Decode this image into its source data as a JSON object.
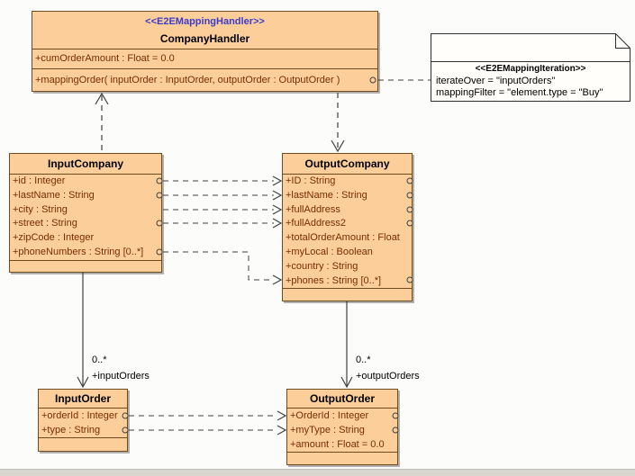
{
  "diagram": {
    "background": "#fcfdfb",
    "box_fill": "#fcce99",
    "box_border": "#6e4a1f",
    "attribute_text_color": "#7a2e00",
    "stereotype_color": "#3c3ccc",
    "connector_color": "#404040"
  },
  "company_handler": {
    "stereotype": "<<E2EMappingHandler>>",
    "name": "CompanyHandler",
    "attributes": [
      "+cumOrderAmount : Float = 0.0"
    ],
    "operations": [
      "+mappingOrder( inputOrder : InputOrder, outputOrder : OutputOrder )"
    ]
  },
  "mapping_note": {
    "stereotype": "<<E2EMappingIteration>>",
    "line1": "iterateOver = \"inputOrders\"",
    "line2": "mappingFilter = \"element.type = \"Buy\""
  },
  "input_company": {
    "name": "InputCompany",
    "attributes": [
      "+id : Integer",
      "+lastName : String",
      "+city : String",
      "+street : String",
      "+zipCode : Integer",
      "+phoneNumbers : String [0..*]"
    ]
  },
  "output_company": {
    "name": "OutputCompany",
    "attributes": [
      "+ID : String",
      "+lastName : String",
      "+fullAddress",
      "+fullAddress2",
      "+totalOrderAmount : Float",
      "+myLocal : Boolean",
      "+country : String",
      "+phones : String [0..*]"
    ]
  },
  "input_order": {
    "name": "InputOrder",
    "attributes": [
      "+orderId : Integer",
      "+type : String"
    ]
  },
  "output_order": {
    "name": "OutputOrder",
    "attributes": [
      "+OrderId : Integer",
      "+myType : String",
      "+amount : Float = 0.0"
    ]
  },
  "associations": {
    "input_orders": {
      "multiplicity": "0..*",
      "role": "+inputOrders"
    },
    "output_orders": {
      "multiplicity": "0..*",
      "role": "+outputOrders"
    }
  }
}
